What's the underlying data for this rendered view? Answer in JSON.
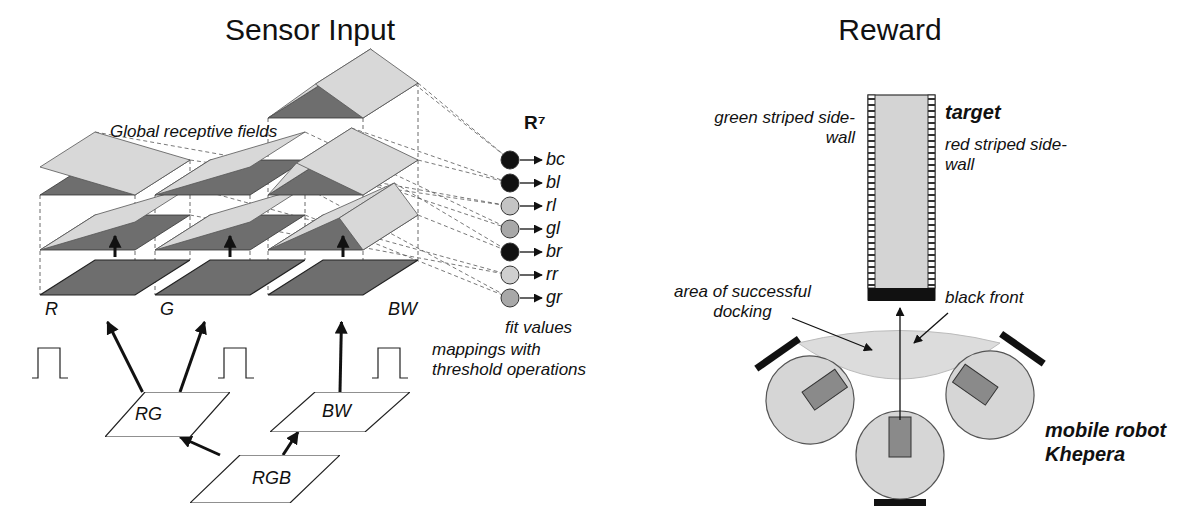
{
  "diagram": {
    "nodes": [
      {
        "text": [
          "R"
        ]
      },
      {
        "text": [
          "G"
        ]
      },
      {
        "text": [
          "BW"
        ]
      },
      {
        "text": [
          "RG"
        ]
      },
      {
        "text": [
          "BW"
        ]
      },
      {
        "text": [
          "RGB"
        ]
      }
    ],
    "edges": [
      {
        "from": 5,
        "to": 3,
        "arrow": "to"
      },
      {
        "from": 5,
        "to": 4,
        "arrow": "to"
      },
      {
        "from": 3,
        "to": 0,
        "arrow": "to"
      },
      {
        "from": 3,
        "to": 1,
        "arrow": "to"
      },
      {
        "from": 4,
        "to": 2,
        "arrow": "to"
      }
    ],
    "labels": [
      "Sensor Input",
      "Reward",
      "Global receptive fields",
      "R⁷",
      "bc",
      "bl",
      "rl",
      "gl",
      "br",
      "rr",
      "gr",
      "fit values",
      "mappings with threshold operations",
      "target",
      "green striped side-wall",
      "red striped side-wall",
      "area of successful docking",
      "black front",
      "mobile robot Khepera"
    ]
  }
}
